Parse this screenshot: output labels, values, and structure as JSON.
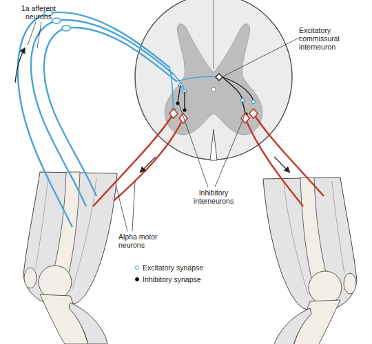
{
  "diagram": {
    "labels": [
      "1a afferent neurons",
      "Excitatory commissural interneuron",
      "Inhibitory interneurons",
      "Alpha motor neurons"
    ],
    "legend": [
      {
        "text": "Excitatory synapse"
      },
      {
        "text": "Inhibitory synapse"
      }
    ]
  }
}
